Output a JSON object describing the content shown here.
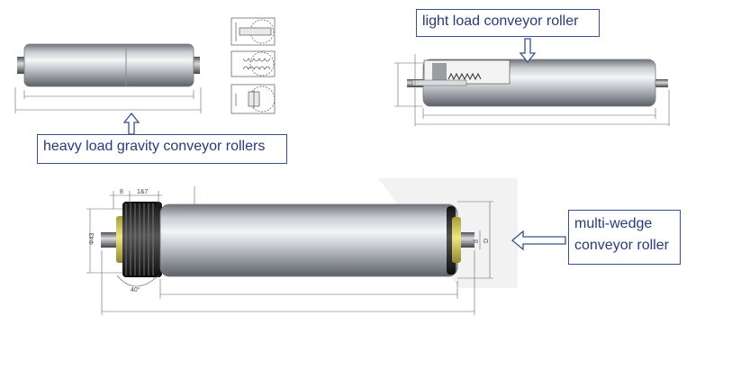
{
  "callouts": {
    "heavy": "heavy load gravity conveyor rollers",
    "light": "light load conveyor roller",
    "multi_line1": "multi-wedge",
    "multi_line2": "conveyor roller"
  },
  "dimensions": {
    "small_a": "8",
    "small_b": "1&7",
    "phi": "Φ43",
    "angle": "40°",
    "d": "d",
    "D": "D"
  },
  "colors": {
    "callout_border": "#3a4f8f",
    "callout_text": "#283a78",
    "bearing_yellow": "#d8cf63"
  }
}
